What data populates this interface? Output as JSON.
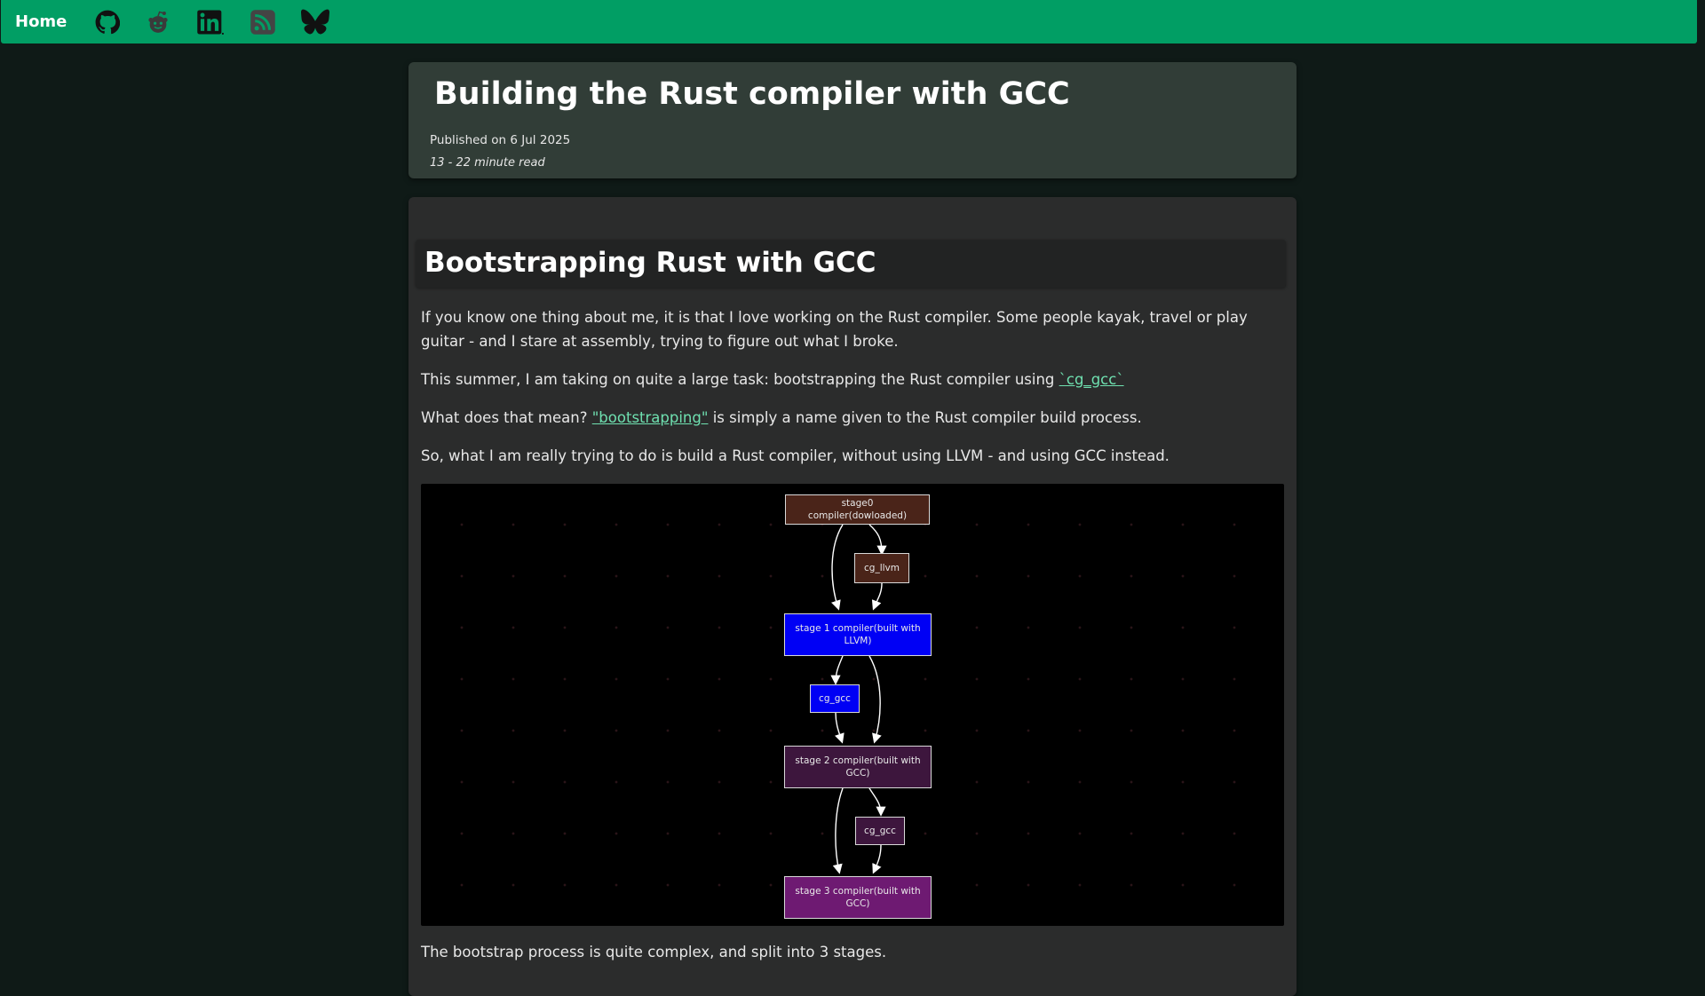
{
  "nav": {
    "home_label": "Home",
    "icons": [
      "github-icon",
      "reddit-icon",
      "linkedin-icon",
      "rss-icon",
      "bluesky-icon"
    ]
  },
  "post": {
    "title": "Building the Rust compiler with GCC",
    "published": "Published on 6 Jul 2025",
    "read_time": "13 - 22 minute read"
  },
  "section": {
    "heading": "Bootstrapping Rust with GCC",
    "p1": "If you know one thing about me, it is that I love working on the Rust compiler. Some people kayak, travel or play guitar - and I stare at assembly, trying to figure out what I broke.",
    "p2_text": "This summer, I am taking on quite a large task: bootstrapping the Rust compiler using ",
    "p2_link": "`cg_gcc`",
    "p3_text_before": "What does that mean? ",
    "p3_link": "\"bootstrapping\"",
    "p3_text_after": " is simply a name given to the Rust compiler build process.",
    "p4": "So, what I am really trying to do is build a Rust compiler, without using LLVM - and using GCC instead.",
    "p5": "The bootstrap process is quite complex, and split into 3 stages."
  },
  "diagram": {
    "nodes": {
      "stage0": "stage0 compiler(dowloaded)",
      "cg_llvm": "cg_llvm",
      "stage1": "stage 1 compiler(built with LLVM)",
      "cg_gcc_1": "cg_gcc",
      "stage2": "stage 2 compiler(built with GCC)",
      "cg_gcc_2": "cg_gcc",
      "stage3": "stage 3 compiler(built with GCC)"
    },
    "colors": {
      "stage0": "#4a2419",
      "cg_llvm": "#4a2419",
      "stage1": "#0000f5",
      "cg_gcc_1": "#0000f5",
      "stage2": "#3d163d",
      "cg_gcc_2": "#3d163d",
      "stage3": "#6e1a72",
      "nav_bg": "#019e64",
      "link": "#6fe0b0"
    }
  }
}
